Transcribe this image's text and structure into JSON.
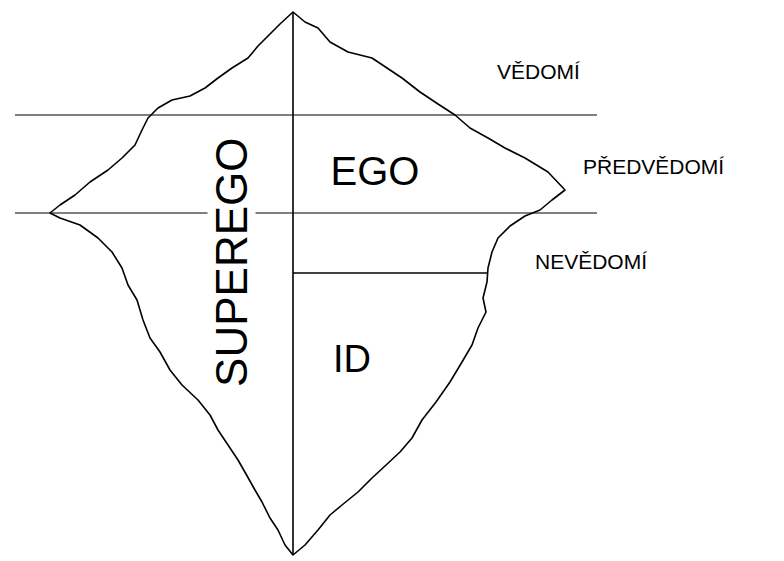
{
  "diagram": {
    "nodes": [
      {
        "text": [
          "SUPEREGO"
        ]
      },
      {
        "text": [
          "EGO"
        ]
      },
      {
        "text": [
          "ID"
        ]
      }
    ],
    "labels": [
      "VĚDOMÍ",
      "PŘEDVĚDOMÍ",
      "NEVĚDOMÍ"
    ]
  }
}
